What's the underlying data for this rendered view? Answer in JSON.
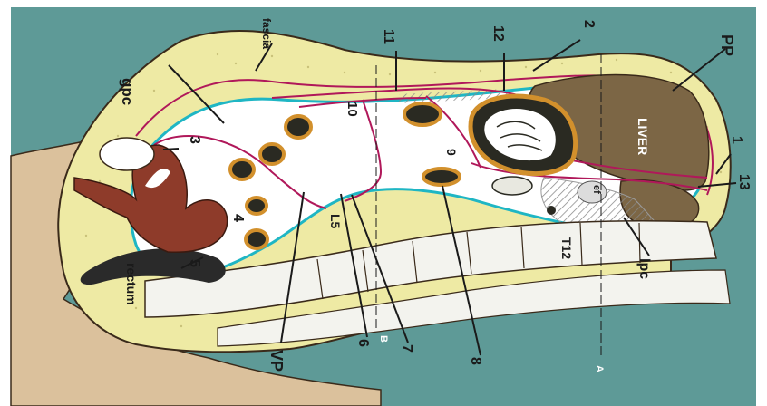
{
  "colors": {
    "background": "#5e9a97",
    "fat": "#eeeaa4",
    "flesh": "#dbc19c",
    "peritoneum": "#1fb6c4",
    "fascia_line": "#b0185a",
    "liver": "#7c6645",
    "uterus": "#8e3b2a",
    "bowel_ring": "#d2902c",
    "bone": "#f3f3ee"
  },
  "labels": {
    "fascia": "fascia",
    "gpc": "gpc",
    "pp": "PP",
    "liver": "LIVER",
    "rectum": "rectum",
    "l5": "L5",
    "t12": "T12",
    "lpc": "lpc",
    "vp": "VP",
    "ef": "ef",
    "plane_a": "A",
    "plane_b": "B",
    "n1": "1",
    "n2": "2",
    "n3": "3",
    "n4": "4",
    "n5": "5",
    "n6": "6",
    "n7": "7",
    "n8": "8",
    "n9": "9",
    "n10": "10",
    "n11": "11",
    "n12": "12",
    "n13": "13"
  }
}
